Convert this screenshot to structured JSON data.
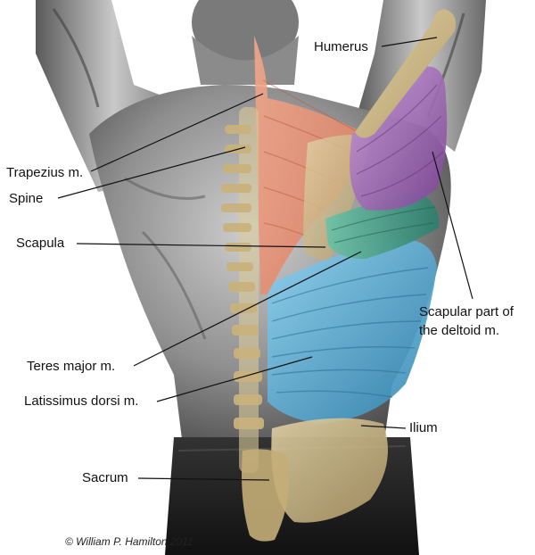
{
  "labels": {
    "humerus": "Humerus",
    "trapezius": "Trapezius m.",
    "spine": "Spine",
    "scapula": "Scapula",
    "deltoid_line1": "Scapular part of",
    "deltoid_line2": "the deltoid m.",
    "teres_major": "Teres major m.",
    "latissimus": "Latissimus dorsi m.",
    "ilium": "Ilium",
    "sacrum": "Sacrum"
  },
  "credit": "© William P. Hamilton 2011",
  "colors": {
    "trapezius": "#e8886a",
    "deltoid": "#9a5fb0",
    "teres_major": "#3f9a86",
    "latissimus": "#4fa6cf",
    "bone": "#cdb98c",
    "skin": "#9a9a9a",
    "pants": "#222222"
  }
}
